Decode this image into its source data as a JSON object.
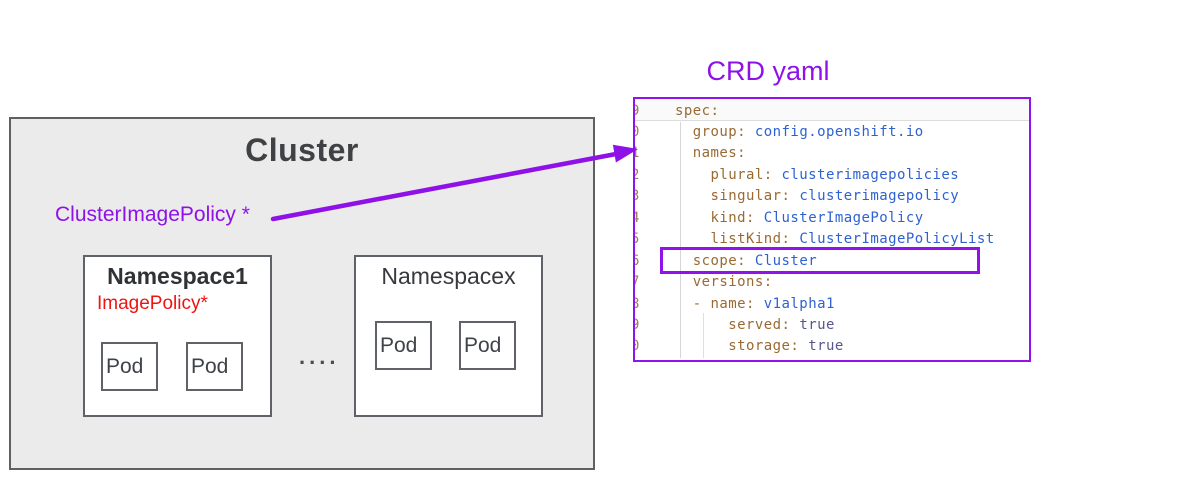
{
  "diagram": {
    "cluster": {
      "title": "Cluster",
      "policy_label": "ClusterImagePolicy *",
      "dots": "....",
      "namespaces": [
        {
          "title": "Namespace1",
          "policy": "ImagePolicy*",
          "pods": [
            "Pod",
            "Pod"
          ]
        },
        {
          "title": "Namespacex",
          "pods": [
            "Pod",
            "Pod"
          ]
        }
      ]
    },
    "crd": {
      "title": "CRD yaml",
      "highlighted_line": "scope: Cluster",
      "code_lines": [
        {
          "num": "9",
          "key": "spec:",
          "value": "",
          "vtype": ""
        },
        {
          "num": "0",
          "key": "  group: ",
          "value": "config.openshift.io",
          "vtype": "str"
        },
        {
          "num": "1",
          "key": "  names:",
          "value": "",
          "vtype": ""
        },
        {
          "num": "2",
          "key": "    plural: ",
          "value": "clusterimagepolicies",
          "vtype": "str"
        },
        {
          "num": "3",
          "key": "    singular: ",
          "value": "clusterimagepolicy",
          "vtype": "str"
        },
        {
          "num": "4",
          "key": "    kind: ",
          "value": "ClusterImagePolicy",
          "vtype": "str"
        },
        {
          "num": "5",
          "key": "    listKind: ",
          "value": "ClusterImagePolicyList",
          "vtype": "str"
        },
        {
          "num": "6",
          "key": "  scope: ",
          "value": "Cluster",
          "vtype": "str"
        },
        {
          "num": "7",
          "key": "  versions:",
          "value": "",
          "vtype": ""
        },
        {
          "num": "8",
          "key": "  - name: ",
          "value": "v1alpha1",
          "vtype": "str"
        },
        {
          "num": "9",
          "key": "      served: ",
          "value": "true",
          "vtype": "bool"
        },
        {
          "num": "0",
          "key": "      storage: ",
          "value": "true",
          "vtype": "bool"
        }
      ]
    },
    "colors": {
      "accent_purple": "#8E12E8",
      "cluster_fill": "#EBEBEB",
      "policy_red": "#EE1414",
      "yaml_key": "#9A6A32",
      "yaml_value": "#2E62D0",
      "yaml_boolean": "#57578F"
    }
  }
}
